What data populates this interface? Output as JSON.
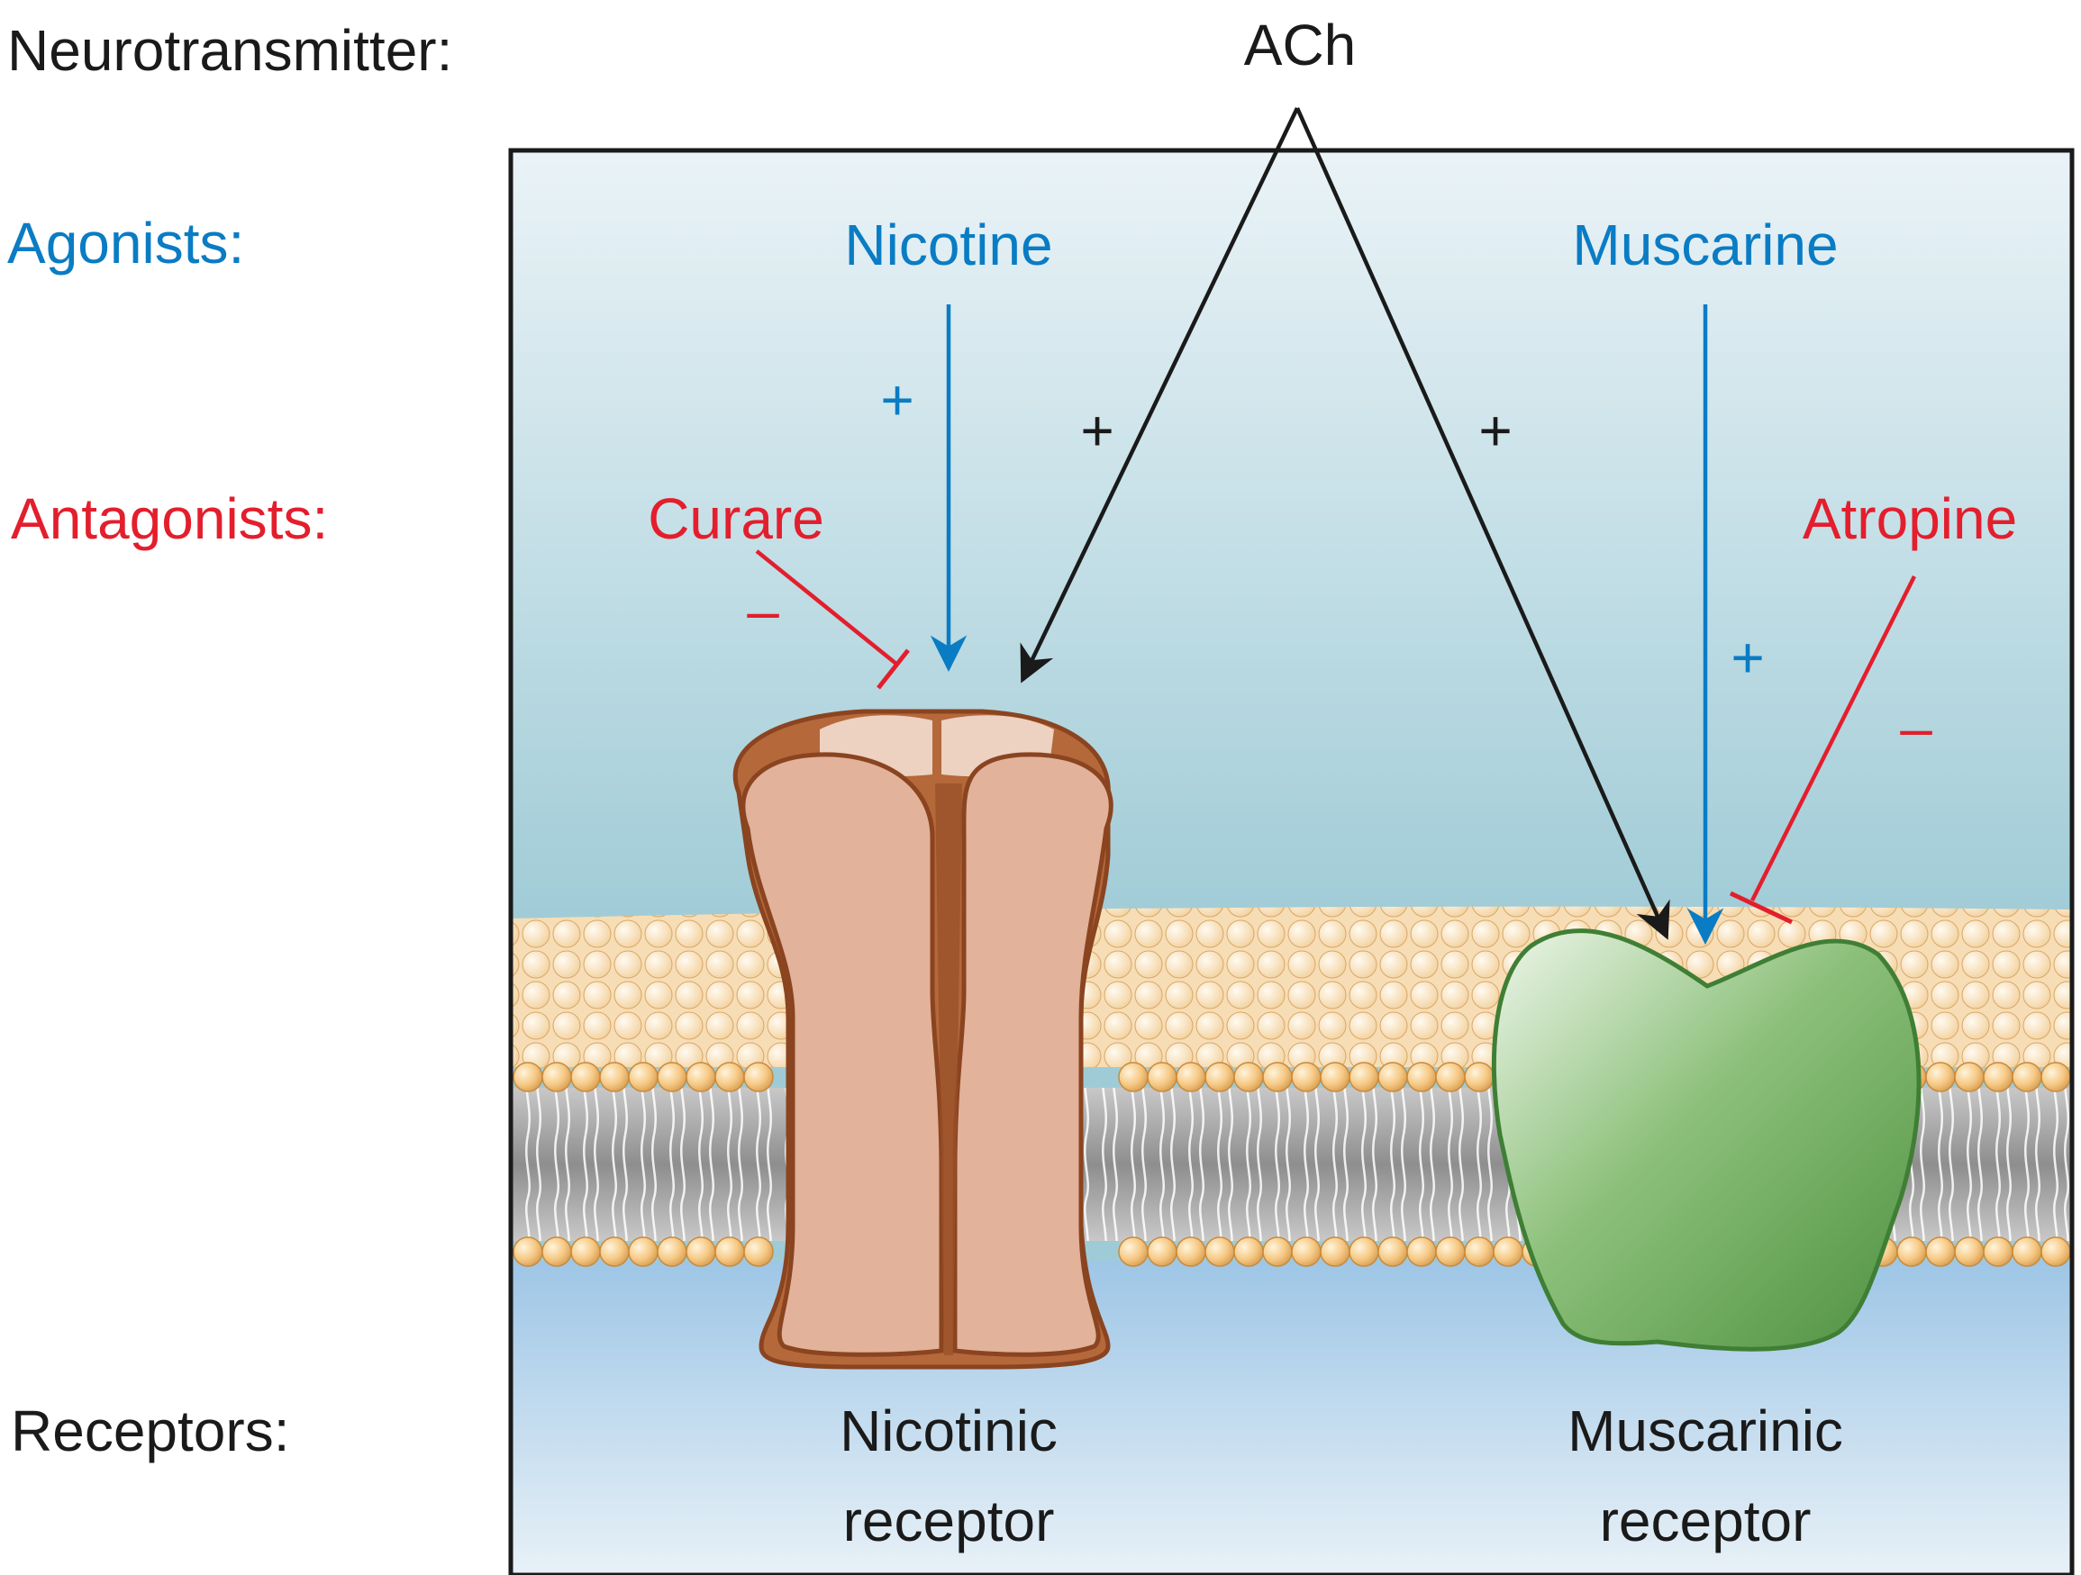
{
  "row_labels": {
    "neurotransmitter": "Neurotransmitter:",
    "agonists": "Agonists:",
    "antagonists": "Antagonists:",
    "receptors": "Receptors:"
  },
  "neurotransmitter": "ACh",
  "agonists": {
    "nicotinic": "Nicotine",
    "muscarinic": "Muscarine"
  },
  "antagonists": {
    "nicotinic": "Curare",
    "muscarinic": "Atropine"
  },
  "effect_signs": {
    "activate": "+",
    "block": "–"
  },
  "receptors": {
    "nicotinic": {
      "line1": "Nicotinic",
      "line2": "receptor"
    },
    "muscarinic": {
      "line1": "Muscarinic",
      "line2": "receptor"
    }
  },
  "colors": {
    "neurotransmitter": "#1a1a1a",
    "agonist": "#0a7cc4",
    "antagonist": "#e31e2d",
    "nicotinic_receptor": "#e2b29a",
    "nicotinic_outline": "#8a4420",
    "muscarinic_receptor": "#5ea04e",
    "lipid_head": "#f2c27e",
    "membrane_core": "#a9a9a9"
  }
}
